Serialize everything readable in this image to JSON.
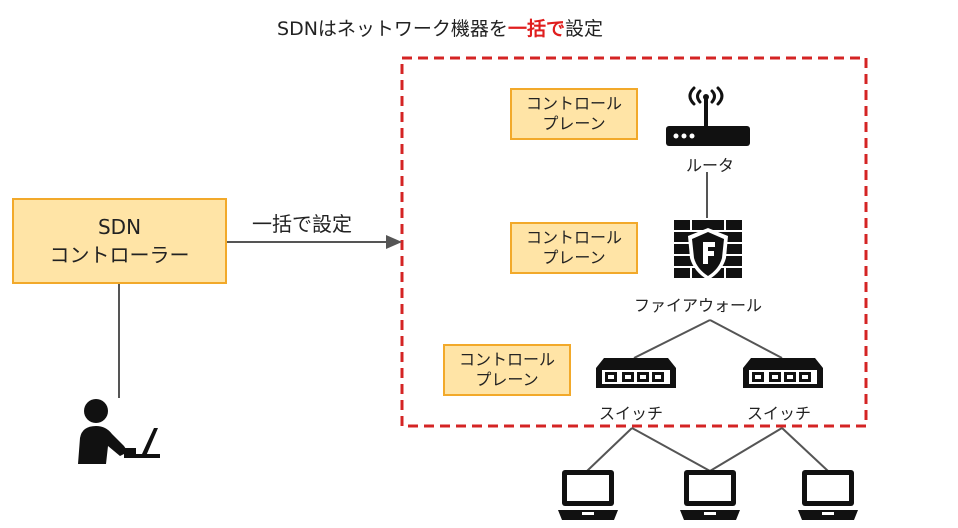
{
  "title": {
    "part1": "SDNはネットワーク機器を",
    "emphasis": "一括で",
    "part2": "設定",
    "emphasis_color": "#e01e1e"
  },
  "controller": {
    "line1": "SDN",
    "line2": "コントローラー"
  },
  "arrow_label": "一括で設定",
  "control_planes": [
    {
      "line1": "コントロール",
      "line2": "プレーン"
    },
    {
      "line1": "コントロール",
      "line2": "プレーン"
    },
    {
      "line1": "コントロール",
      "line2": "プレーン"
    }
  ],
  "devices": {
    "router": "ルータ",
    "firewall": "ファイアウォール",
    "switch_left": "スイッチ",
    "switch_right": "スイッチ"
  },
  "colors": {
    "box_fill": "#ffe4a6",
    "box_border": "#f2a92a",
    "dashed_border": "#d42424",
    "line": "#555555"
  },
  "icons": {
    "router": "router-icon",
    "firewall": "firewall-icon",
    "switch": "switch-icon",
    "laptop": "laptop-icon",
    "person": "person-at-laptop-icon"
  }
}
